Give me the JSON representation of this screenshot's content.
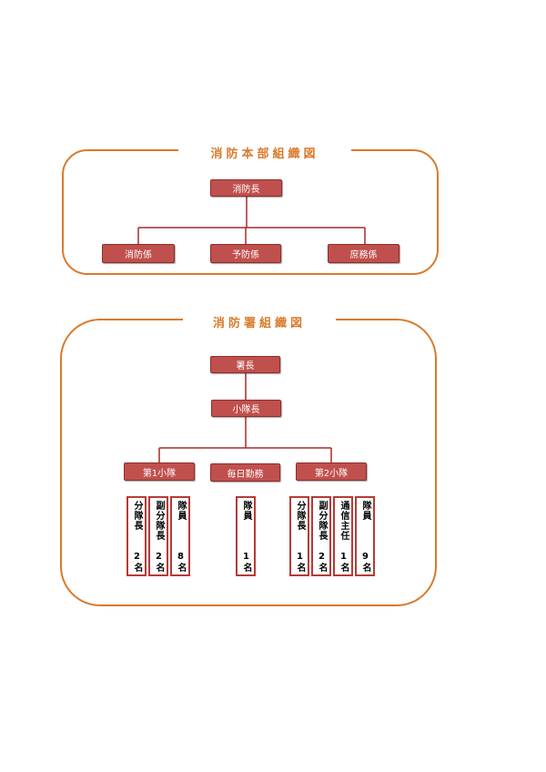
{
  "headquarters": {
    "title": "消防本部組織図",
    "top": "消防長",
    "children": [
      "消防係",
      "予防係",
      "庶務係"
    ]
  },
  "station": {
    "title": "消防署組織図",
    "top": "署長",
    "second": "小隊長",
    "units": [
      "第1小隊",
      "毎日勤務",
      "第2小隊"
    ],
    "unit1_roles": [
      {
        "role": "分隊長",
        "count": "2名"
      },
      {
        "role": "副分隊長",
        "count": "2名"
      },
      {
        "role": "隊員",
        "count": "8名"
      }
    ],
    "daily_roles": [
      {
        "role": "隊員",
        "count": "1名"
      }
    ],
    "unit2_roles": [
      {
        "role": "分隊長",
        "count": "1名"
      },
      {
        "role": "副分隊長",
        "count": "2名"
      },
      {
        "role": "通信主任",
        "count": "1名"
      },
      {
        "role": "隊員",
        "count": "9名"
      }
    ]
  },
  "colors": {
    "frame": "#d97a2b",
    "box": "#c0504d",
    "line": "#a52a2a"
  }
}
